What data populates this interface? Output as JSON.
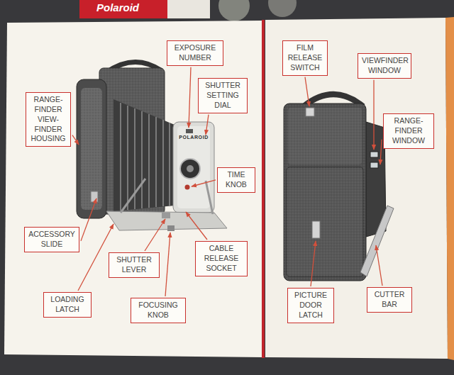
{
  "diagram": {
    "nodes": [
      {
        "text": [
          "RANGE-FINDER VIEW-FINDER HOUSING"
        ]
      },
      {
        "text": [
          "EXPOSURE NUMBER"
        ]
      },
      {
        "text": [
          "SHUTTER SETTING DIAL"
        ]
      },
      {
        "text": [
          "TIME KNOB"
        ]
      },
      {
        "text": [
          "ACCESSORY SLIDE"
        ]
      },
      {
        "text": [
          "SHUTTER LEVER"
        ]
      },
      {
        "text": [
          "CABLE RELEASE SOCKET"
        ]
      },
      {
        "text": [
          "LOADING LATCH"
        ]
      },
      {
        "text": [
          "FOCUSING KNOB"
        ]
      },
      {
        "text": [
          "FILM RELEASE SWITCH"
        ]
      },
      {
        "text": [
          "VIEWFINDER WINDOW"
        ]
      },
      {
        "text": [
          "RANGE-FINDER WINDOW"
        ]
      },
      {
        "text": [
          "PICTURE DOOR LATCH"
        ]
      },
      {
        "text": [
          "CUTTER BAR"
        ]
      }
    ],
    "labels": [
      "Polaroid",
      "POLAROID"
    ]
  }
}
